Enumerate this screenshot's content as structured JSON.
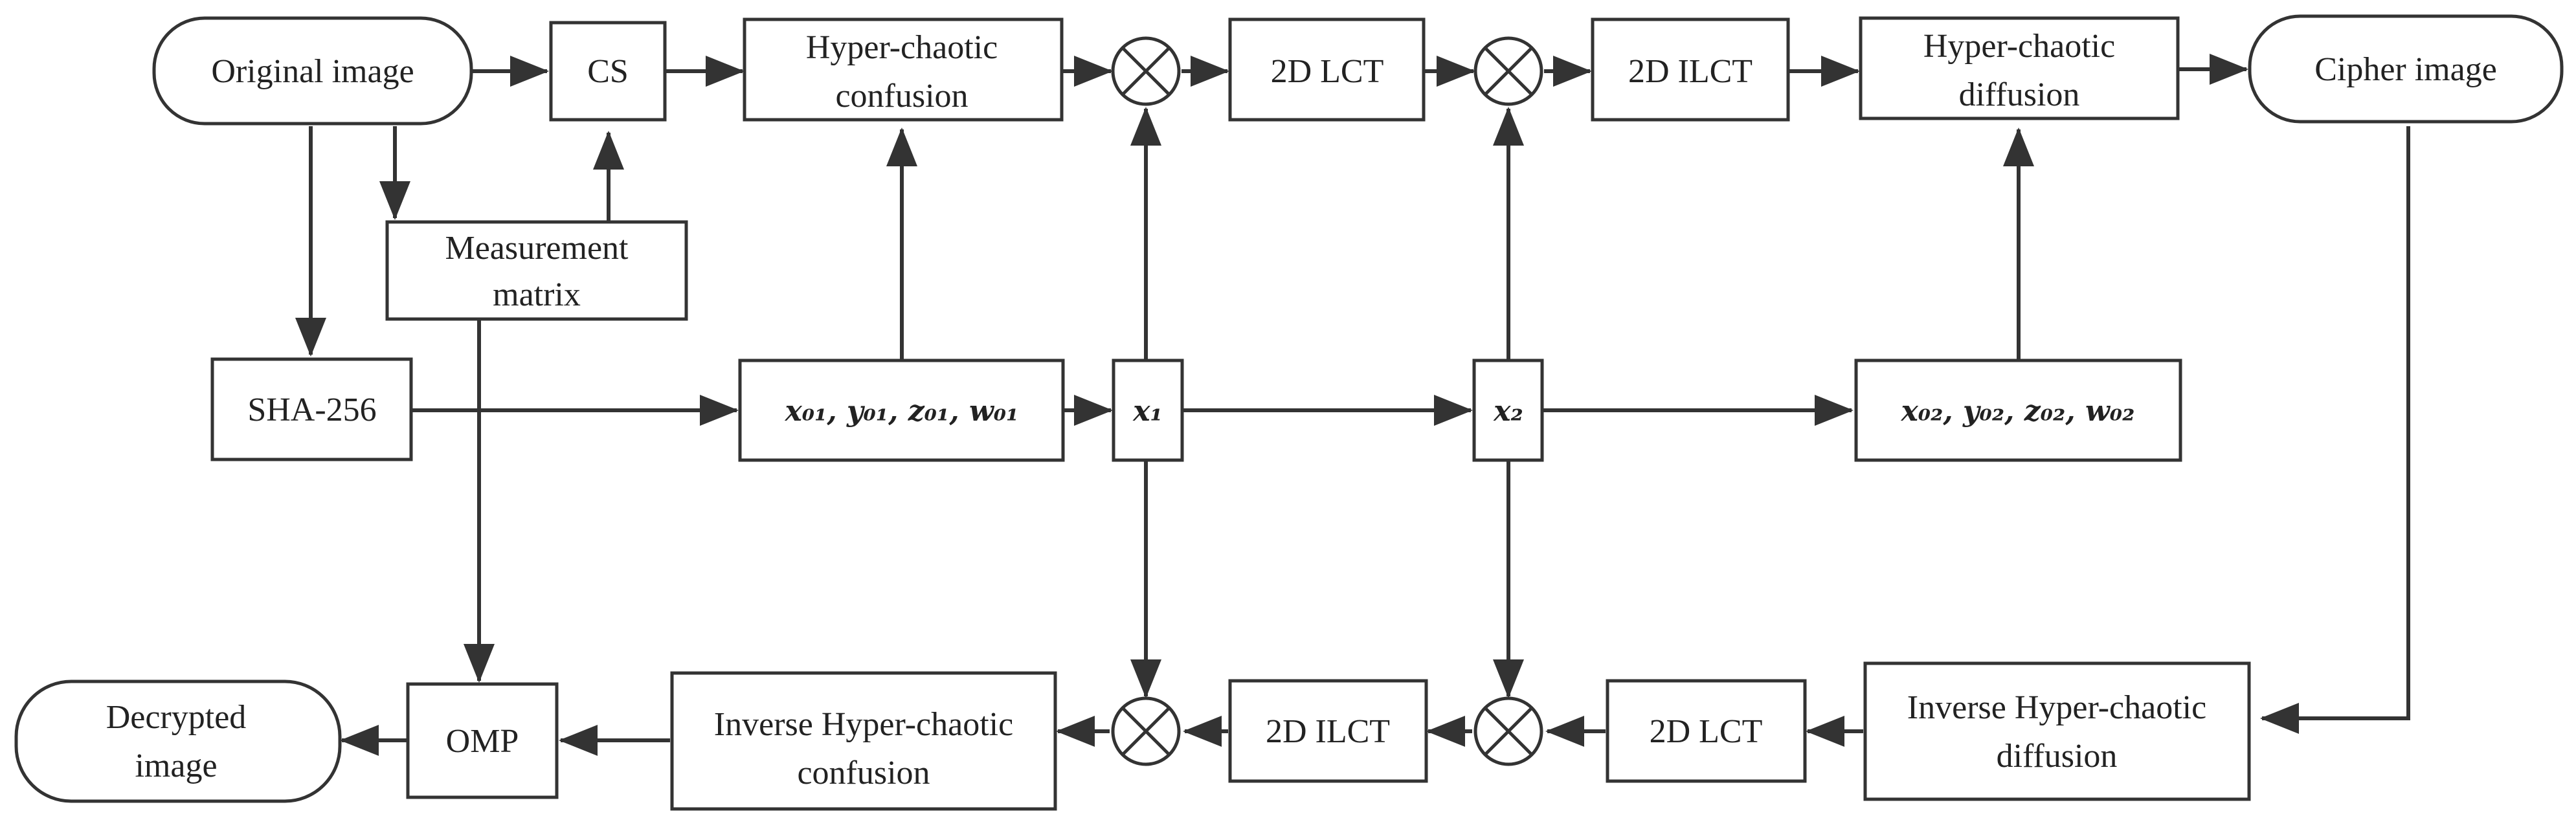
{
  "nodes": {
    "original_image": "Original image",
    "cs": "CS",
    "confusion": [
      "Hyper-chaotic",
      "confusion"
    ],
    "lct_top": "2D LCT",
    "ilct_top": "2D ILCT",
    "diffusion": [
      "Hyper-chaotic",
      "diffusion"
    ],
    "cipher_image": "Cipher image",
    "measurement_matrix": [
      "Measurement",
      "matrix"
    ],
    "sha": "SHA-256",
    "keys1": "x₀₁, y₀₁, z₀₁, w₀₁",
    "x1": "x₁",
    "x2": "x₂",
    "keys2": "x₀₂, y₀₂, z₀₂, w₀₂",
    "decrypted_image": [
      "Decrypted",
      "image"
    ],
    "omp": "OMP",
    "inv_confusion": [
      "Inverse Hyper-chaotic",
      "confusion"
    ],
    "ilct_bottom": "2D ILCT",
    "lct_bottom": "2D LCT",
    "inv_diffusion": [
      "Inverse Hyper-chaotic",
      "diffusion"
    ]
  }
}
